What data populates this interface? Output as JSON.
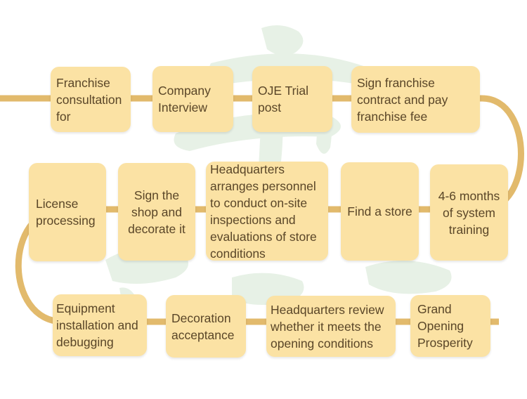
{
  "colors": {
    "connector": "#e2ba6c",
    "box_fill": "#fbe2a4",
    "text": "#5a4628",
    "watermark": "#e7f1e6"
  },
  "steps": [
    "Franchise consultation for",
    "Company Interview",
    "OJE Trial post",
    "Sign franchise contract and pay franchise fee",
    "4-6 months of system training",
    "Find a store",
    "Headquarters arranges personnel to conduct on-site inspections and evaluations of store conditions",
    "Sign the shop and decorate it",
    "License processing",
    "Equipment installation and debugging",
    "Decoration acceptance",
    "Headquarters review whether it meets the opening conditions",
    "Grand Opening Prosperity"
  ]
}
